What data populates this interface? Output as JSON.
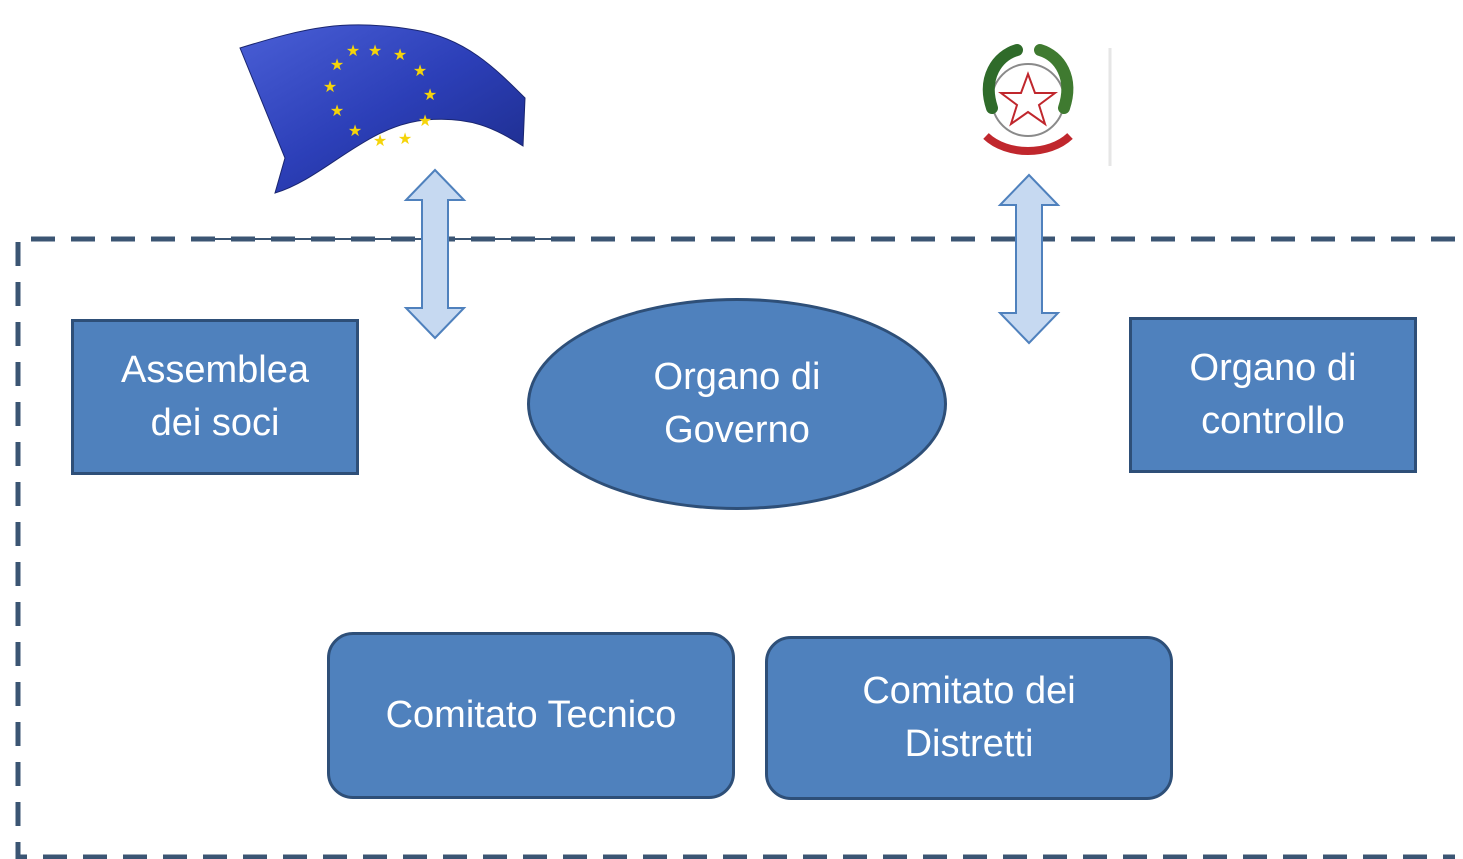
{
  "colors": {
    "box_fill": "#4f81bd",
    "box_border": "#2e4f78",
    "box_text": "#ffffff",
    "dash_border": "#3b5573",
    "arrow_fill": "#c6d9f1",
    "arrow_stroke": "#4f81bd",
    "eu_blue": "#2c3fb8",
    "eu_star": "#f5d40a",
    "emblem_green": "#2f6b2a",
    "emblem_red": "#c0272d"
  },
  "icons": {
    "eu_flag": "eu-flag-icon",
    "italy_emblem": "italian-republic-emblem-icon",
    "double_arrow": "double-arrow-vertical-icon"
  },
  "nodes": {
    "assemblea": "Assemblea\ndei soci",
    "organo_governo": "Organo di\nGoverno",
    "organo_controllo": "Organo di\ncontrollo",
    "comitato_tecnico": "Comitato Tecnico",
    "comitato_distretti": "Comitato dei\nDistretti"
  }
}
